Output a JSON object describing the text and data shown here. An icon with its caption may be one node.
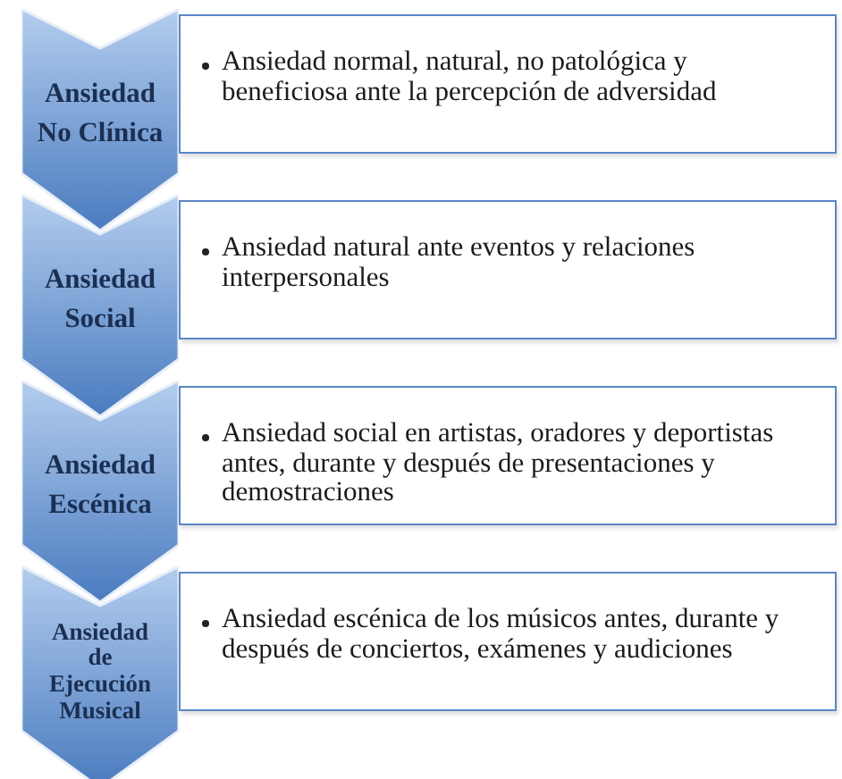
{
  "diagram": {
    "nodes": [
      {
        "text": [
          "Ansiedad No Clínica"
        ]
      },
      {
        "text": [
          "Ansiedad normal, natural, no patológica y beneficiosa ante la percepción de adversidad"
        ]
      },
      {
        "text": [
          "Ansiedad Social"
        ]
      },
      {
        "text": [
          "Ansiedad natural ante eventos y relaciones interpersonales"
        ]
      },
      {
        "text": [
          "Ansiedad Escénica"
        ]
      },
      {
        "text": [
          "Ansiedad social en artistas, oradores y deportistas antes, durante y después de presentaciones y demostraciones"
        ]
      },
      {
        "text": [
          "Ansiedad de Ejecución Musical"
        ]
      },
      {
        "text": [
          "Ansiedad escénica de los músicos antes, durante y después de conciertos, exámenes y audiciones"
        ]
      }
    ]
  }
}
